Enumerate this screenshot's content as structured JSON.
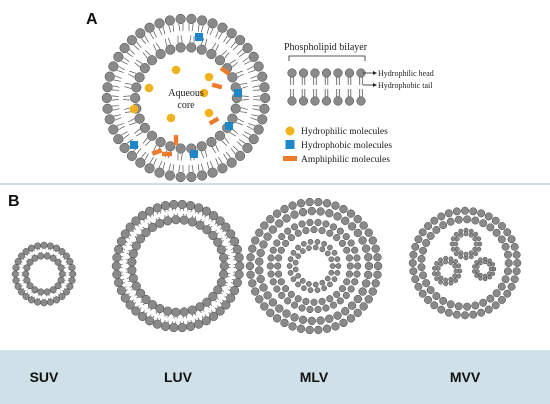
{
  "panel_a": {
    "letter": "A",
    "core_label_line1": "Aqueous",
    "core_label_line2": "core",
    "bilayer_title": "Phospholipid bilayer",
    "head_label": "Hydrophilic head",
    "tail_label": "Hydrophobic tail",
    "legend": [
      {
        "label": "Hydrophilic molecules",
        "shape": "circle",
        "color": "#f2b21c"
      },
      {
        "label": "Hydrophobic molecules",
        "shape": "square",
        "color": "#1c87c9"
      },
      {
        "label": "Amphiphilic molecules",
        "shape": "bar",
        "color": "#ee7a2c"
      }
    ]
  },
  "panel_b": {
    "letter": "B",
    "types": [
      {
        "label": "SUV"
      },
      {
        "label": "LUV"
      },
      {
        "label": "MLV"
      },
      {
        "label": "MVV"
      }
    ]
  },
  "colors": {
    "head": "#8a8a8a",
    "head_stroke": "#444444",
    "divider": "#9cc2d4",
    "bottom_bar": "#cfe0e8"
  }
}
